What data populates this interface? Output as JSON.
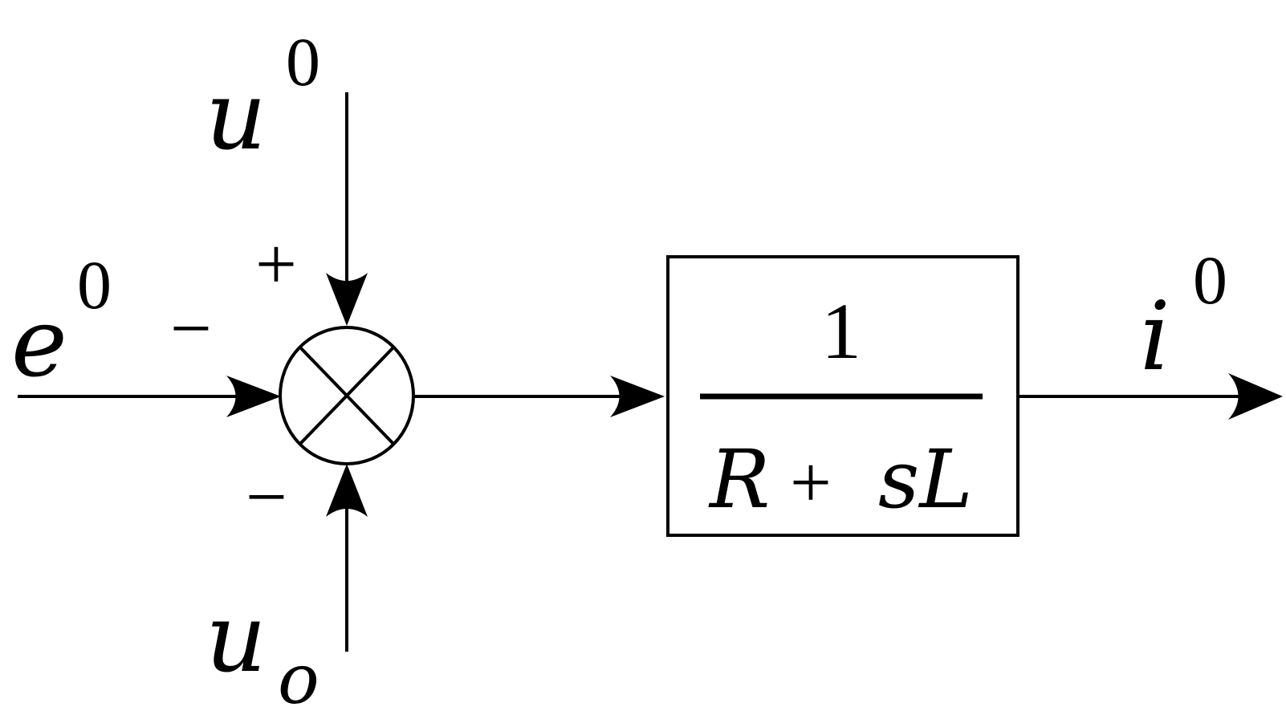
{
  "signals": {
    "e_main": "e",
    "e_sup": "0",
    "u_top_main": "u",
    "u_top_sup": "0",
    "u_bottom_main": "u",
    "u_bottom_sub": "o",
    "i_main": "i",
    "i_sup": "0"
  },
  "summing_junction": {
    "sign_top": "+",
    "sign_left": "−",
    "sign_bottom": "−"
  },
  "block": {
    "numerator": "1",
    "denominator_R": "R",
    "denominator_plus": "+",
    "denominator_sL": "sL"
  }
}
